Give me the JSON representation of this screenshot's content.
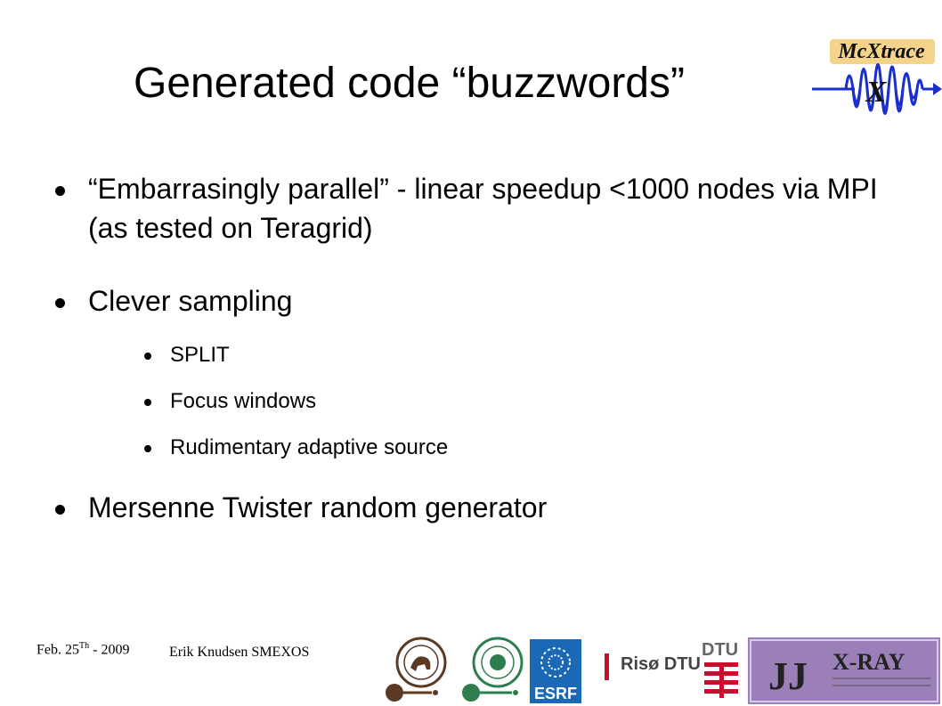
{
  "slide": {
    "title": "Generated code “buzzwords”",
    "bullets": [
      {
        "level": 1,
        "text": "“Embarrasingly parallel” - linear speedup <1000 nodes via MPI (as tested on Teragrid)"
      },
      {
        "level": 1,
        "text": "Clever sampling"
      },
      {
        "level": 2,
        "text": "SPLIT"
      },
      {
        "level": 2,
        "text": "Focus windows"
      },
      {
        "level": 2,
        "text": "Rudimentary adaptive source"
      },
      {
        "level": 1,
        "text": "Mersenne Twister random generator"
      }
    ]
  },
  "footer": {
    "date_prefix": "Feb. 25",
    "date_sup": "Th",
    "date_suffix": " - 2009",
    "author": "Erik Knudsen SMEXOS"
  },
  "logos": {
    "mcxtrace_text": "McXtrace",
    "mcxtrace_letter": "X",
    "esrf_text": "ESRF",
    "riso_text": "Risø DTU",
    "dtu_text": "DTU",
    "jj_text": "JJ",
    "xray_text": "X-RAY",
    "colors": {
      "mcxtrace_blue": "#1a2fd0",
      "mcxtrace_gold": "#f3d48a",
      "esrf_blue": "#1b69b6",
      "dtu_red": "#c8102e",
      "jj_purple": "#9b7fb9",
      "green_logo": "#2e7d4f",
      "brown_logo": "#5a3a22"
    }
  }
}
